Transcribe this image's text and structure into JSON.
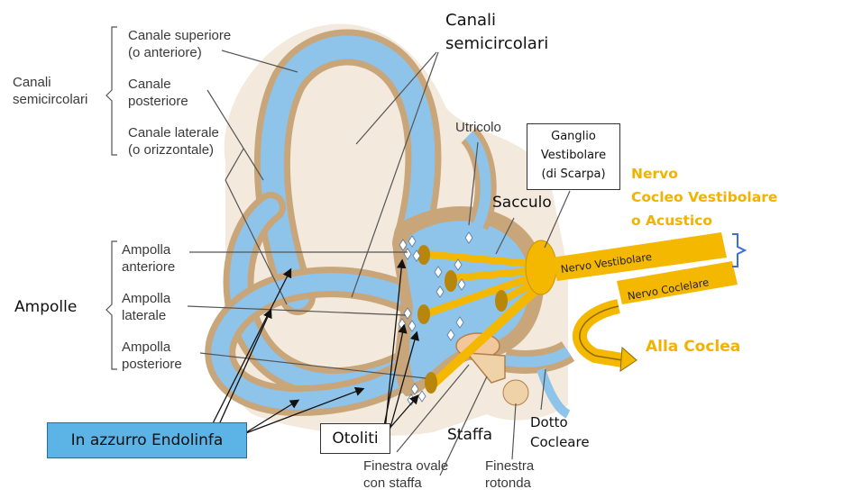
{
  "labels": {
    "canali_semicircolari_group": "Canali\nsemicircolari",
    "canale_superiore": "Canale superiore\n(o anteriore)",
    "canale_posteriore": "Canale\nposteriore",
    "canale_laterale": "Canale laterale\n(o orizzontale)",
    "ampolla_anteriore": "Ampolla\nanteriore",
    "ampolla_laterale": "Ampolla\nlaterale",
    "ampolla_posteriore": "Ampolla\nposteriore",
    "ampolle": "Ampolle",
    "canali_semicircolari_top": "Canali\nsemicircolari",
    "utricolo": "Utricolo",
    "sacculo": "Sacculo",
    "ganglio": "Ganglio\nVestibolare\n(di Scarpa)",
    "nervo_title": "Nervo\nCocleo Vestibolare\no Acustico",
    "nervo_vestibolare": "Nervo Vestibolare",
    "nervo_coclelare": "Nervo Coclelare",
    "alla_coclea": "Alla Coclea",
    "endolinfa": "In azzurro Endolinfa",
    "otoliti": "Otoliti",
    "staffa": "Staffa",
    "dotto_cocleare": "Dotto\nCocleare",
    "finestra_ovale": "Finestra ovale\ncon staffa",
    "finestra_rotonda": "Finestra\nrotonda"
  },
  "colors": {
    "endolymph": "#8ec3ea",
    "bone_wall": "#c9a57a",
    "nerve": "#f5b800",
    "annotation_orange": "#f2b200",
    "endolinfa_box": "#5bb3e6",
    "bracket_blue": "#3a6fd8"
  }
}
